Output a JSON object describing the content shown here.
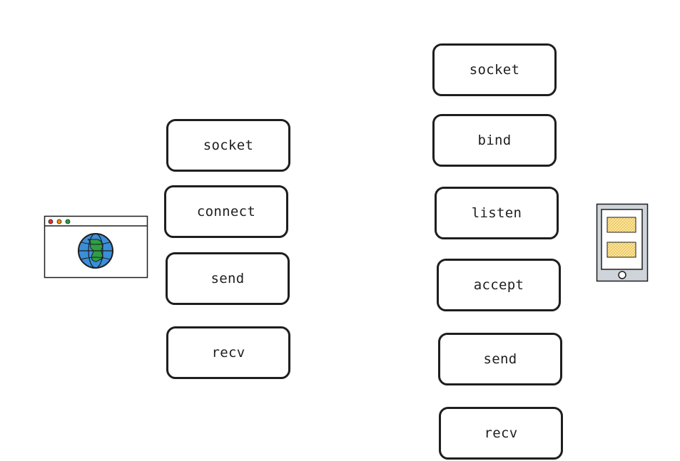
{
  "client": {
    "icon": "browser-globe-icon",
    "steps": [
      "socket",
      "connect",
      "send",
      "recv"
    ]
  },
  "server": {
    "icon": "mobile-phone-icon",
    "steps": [
      "socket",
      "bind",
      "listen",
      "accept",
      "send",
      "recv"
    ]
  },
  "colors": {
    "stroke": "#1e1e1e",
    "globe_ocean": "#3b8fd9",
    "globe_land": "#2f9e44",
    "browser_dot_red": "#e03131",
    "browser_dot_yellow": "#f08c00",
    "browser_dot_green": "#2f9e44",
    "phone_body": "#ced4da",
    "phone_card": "#ffe8a3"
  }
}
